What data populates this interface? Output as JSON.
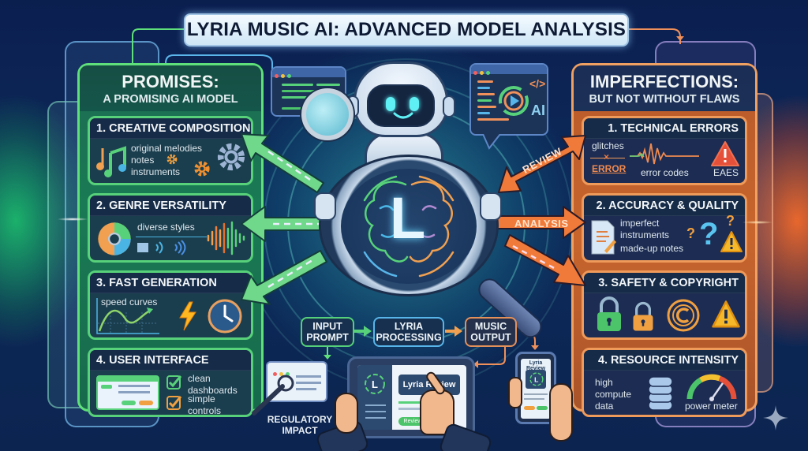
{
  "title": "LYRIA MUSIC AI: ADVANCED MODEL ANALYSIS",
  "colors": {
    "promise_accent": "#5fe07a",
    "imperfection_accent": "#f0a060",
    "background": "#0d2a5a"
  },
  "promises": {
    "heading": "PROMISES:",
    "subheading": "A PROMISING AI MODEL",
    "cards": [
      {
        "title": "1. CREATIVE COMPOSITION",
        "items": [
          "original melodies",
          "notes",
          "instruments"
        ],
        "icons": [
          "music-notes-icon",
          "gear-icon"
        ]
      },
      {
        "title": "2. GENRE VERSATILITY",
        "items": [
          "diverse styles"
        ],
        "icons": [
          "vinyl-disc-icon",
          "speaker-icon",
          "soundwave-icon"
        ]
      },
      {
        "title": "3. FAST GENERATION",
        "items": [
          "speed curves"
        ],
        "icons": [
          "line-graph-icon",
          "lightning-icon",
          "clock-icon"
        ]
      },
      {
        "title": "4. USER INTERFACE",
        "items": [
          "clean dashboards",
          "simple controls"
        ],
        "icons": [
          "dashboard-icon",
          "checkbox-icon"
        ]
      }
    ]
  },
  "imperfections": {
    "heading": "IMPERFECTIONS:",
    "subheading": "BUT NOT WITHOUT FLAWS",
    "cards": [
      {
        "title": "1. TECHNICAL ERRORS",
        "items": [
          "glitches",
          "ERROR",
          "error codes",
          "EAES"
        ],
        "icons": [
          "waveform-icon",
          "warning-icon"
        ]
      },
      {
        "title": "2. ACCURACY & QUALITY",
        "items": [
          "imperfect instruments",
          "made-up notes"
        ],
        "icons": [
          "document-icon",
          "question-icon",
          "warning-icon"
        ]
      },
      {
        "title": "3. SAFETY & COPYRIGHT",
        "items": [],
        "icons": [
          "lock-icon",
          "lock-icon",
          "copyright-icon",
          "warning-icon"
        ]
      },
      {
        "title": "4. RESOURCE INTENSITY",
        "items": [
          "high compute data",
          "power meter"
        ],
        "icons": [
          "database-icon",
          "gauge-icon"
        ]
      }
    ]
  },
  "center": {
    "logo_letter": "L",
    "code_window_label": "AI",
    "code_glyph": "</>",
    "arrow_labels": [
      "REVIEW",
      "ANALYSIS"
    ]
  },
  "flow": {
    "steps": [
      "INPUT PROMPT",
      "LYRIA PROCESSING",
      "MUSIC OUTPUT"
    ]
  },
  "bottom": {
    "regulatory_label": "REGULATORY IMPACT",
    "tablet_title": "Lyria Review",
    "tablet_button": "Review",
    "phone_title": "Lyria Review"
  }
}
